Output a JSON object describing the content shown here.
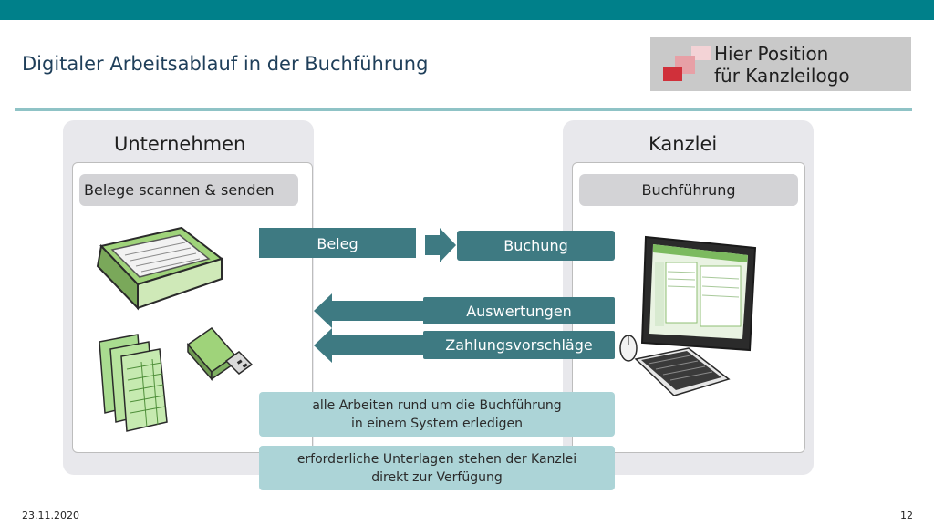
{
  "slide": {
    "title": "Digitaler Arbeitsablauf in der Buchführung",
    "logo_placeholder": [
      "Hier Position",
      "für Kanzleilogo"
    ]
  },
  "left_panel": {
    "title": "Unternehmen",
    "pill_label": "Belege scannen & senden"
  },
  "right_panel": {
    "title": "Kanzlei",
    "pill_label": "Buchführung"
  },
  "flow": {
    "beleg": "Beleg",
    "buchung": "Buchung",
    "auswertungen": "Auswertungen",
    "zahlungsvorschlaege": "Zahlungsvorschläge"
  },
  "notes": [
    [
      "alle Arbeiten rund um die Buchführung",
      "in einem System erledigen"
    ],
    [
      "erforderliche Unterlagen stehen der Kanzlei",
      "direkt zur Verfügung"
    ]
  ],
  "footer": {
    "date": "23.11.2020",
    "page_number": "12"
  },
  "icons": [
    "scanner-icon",
    "spreadsheet-documents-icon",
    "usb-stick-icon",
    "computer-monitor-icon",
    "keyboard-icon",
    "mouse-icon",
    "arrow-right-icon",
    "arrow-left-icon"
  ],
  "colors": {
    "accent_teal": "#00808a",
    "flow_box": "#3e7a82",
    "note_box": "#acd4d7",
    "logo_red": "#d0303a"
  }
}
